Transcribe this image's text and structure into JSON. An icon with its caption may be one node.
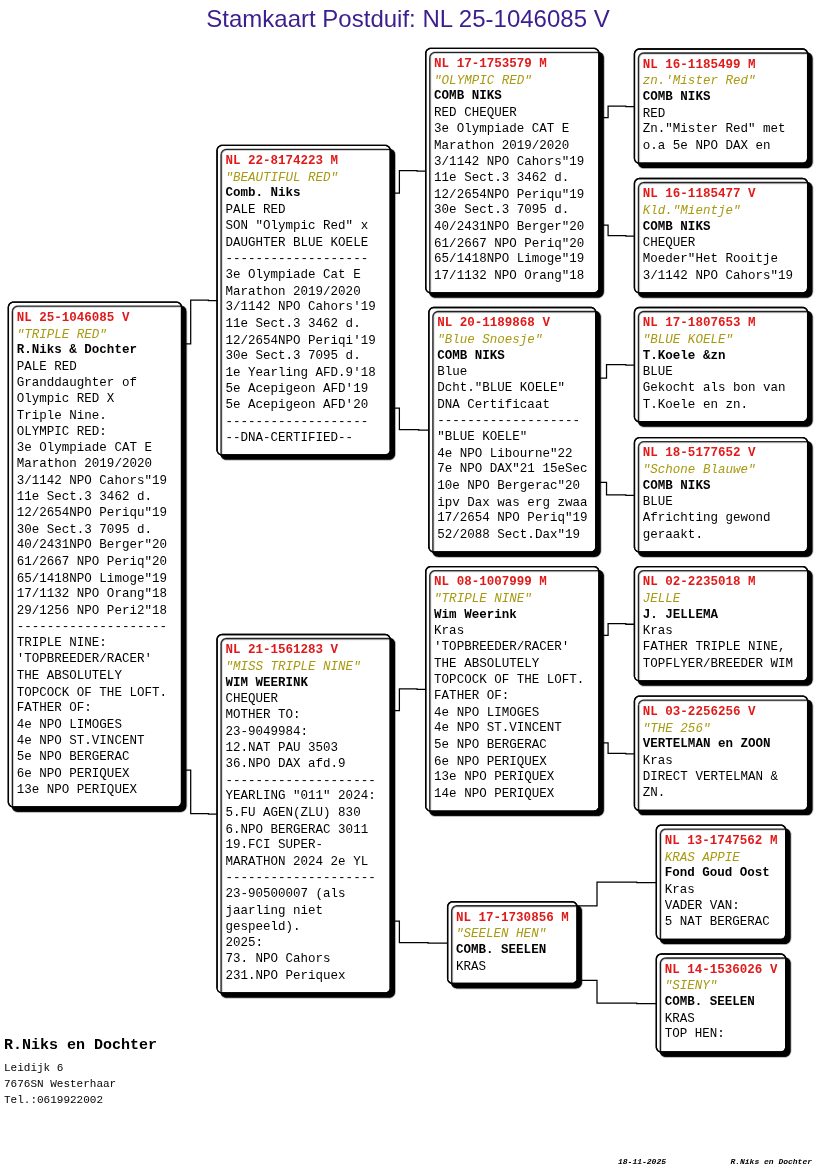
{
  "diagram": {
    "title": "Stamkaart Postduif: NL 25-1046085 V",
    "nodes": [
      {
        "text": [
          "NL 25-1046085 V",
          "\"TRIPLE RED\"",
          "R.Niks & Dochter",
          "PALE RED",
          "Granddaughter of Olympic RED X Triple Nine.",
          "OLYMPIC RED:",
          "3e Olympiade CAT E Marathon 2019/2020",
          "3/1142 NPO Cahors\"19",
          "11e Sect.3 3462 d.",
          "12/2654NPO Periqu\"19",
          "30e Sect.3 7095 d.",
          "40/2431NPO Berger\"20",
          "61/2667 NPO Periq\"20",
          "65/1418NPO Limoge\"19",
          "17/1132 NPO Orang\"18",
          "29/1256 NPO Peri2\"18",
          "--------------------",
          "TRIPLE NINE:",
          "'TOPBREEDER/RACER'",
          "THE ABSOLUTELY TOPCOCK OF THE LOFT.",
          "FATHER OF:",
          "4e NPO LIMOGES",
          "4e NPO ST.VINCENT",
          "5e NPO BERGERAC",
          "6e NPO PERIQUEX",
          "13e NPO PERIQUEX"
        ]
      },
      {
        "text": [
          "NL 22-8174223 M",
          "\"BEAUTIFUL RED\"",
          "Comb. Niks",
          "PALE RED",
          "SON \"Olympic Red\" x DAUGHTER BLUE KOELE",
          "-------------------",
          "3e Olympiade Cat E Marathon 2019/2020",
          "3/1142 NPO Cahors'19",
          "11e Sect.3 3462 d.",
          "12/2654NPO Periqi'19",
          "30e Sect.3 7095 d.",
          "1e Yearling AFD.9'18",
          "5e Acepigeon AFD'19",
          "5e Acepigeon AFD'20",
          "-------------------",
          "--DNA-CERTIFIED--"
        ]
      },
      {
        "text": [
          "NL 21-1561283 V",
          "\"MISS TRIPLE NINE\"",
          "WIM WEERINK",
          "CHEQUER",
          "MOTHER TO:",
          "23-9049984:",
          "12.NAT PAU 3503",
          "36.NPO DAX afd.9",
          "--------------------",
          "YEARLING \"011\" 2024:",
          "5.FU AGEN(ZLU) 830",
          "6.NPO BERGERAC 3011",
          "19.FCI SUPER-MARATHON 2024 2e YL",
          "--------------------",
          "23-90500007 (als jaarling niet gespeeld).",
          "2025:",
          "73. NPO Cahors",
          "231.NPO Periquex"
        ]
      },
      {
        "text": [
          "NL 17-1753579 M",
          "\"OLYMPIC RED\"",
          "COMB NIKS",
          "RED CHEQUER",
          "3e Olympiade CAT E Marathon 2019/2020",
          "3/1142 NPO Cahors\"19",
          "11e Sect.3 3462 d.",
          "12/2654NPO Periqu\"19",
          "30e Sect.3 7095 d.",
          "40/2431NPO Berger\"20",
          "61/2667 NPO Periq\"20",
          "65/1418NPO Limoge\"19",
          "17/1132 NPO Orang\"18"
        ]
      },
      {
        "text": [
          "NL 20-1189868 V",
          "\"Blue Snoesje\"",
          "COMB NIKS",
          "Blue",
          "Dcht.\"BLUE KOELE\"",
          "DNA Certificaat",
          "-------------------",
          "\"BLUE KOELE\"",
          "4e NPO Libourne\"22",
          "7e NPO DAX\"21 15eSec",
          "10e NPO Bergerac\"20",
          "ipv Dax was erg zwaa",
          "17/2654 NPO Periq\"19",
          "52/2088 Sect.Dax\"19"
        ]
      },
      {
        "text": [
          "NL 08-1007999 M",
          "\"TRIPLE NINE\"",
          "Wim Weerink",
          "Kras",
          "'TOPBREEDER/RACER'",
          "THE ABSOLUTELY TOPCOCK OF THE LOFT.",
          "FATHER OF:",
          "4e NPO LIMOGES",
          "4e NPO ST.VINCENT",
          "5e NPO BERGERAC",
          "6e NPO PERIQUEX",
          "13e NPO PERIQUEX",
          "14e NPO PERIQUEX"
        ]
      },
      {
        "text": [
          "NL 17-1730856 M",
          "\"SEELEN HEN\"",
          "COMB. SEELEN",
          "KRAS"
        ]
      },
      {
        "text": [
          "NL 16-1185499 M",
          "zn.'Mister Red\"",
          "COMB NIKS",
          "RED",
          "Zn.\"Mister Red\" met o.a 5e NPO DAX en"
        ]
      },
      {
        "text": [
          "NL 16-1185477 V",
          "Kld.\"Mientje\"",
          "COMB NIKS",
          "CHEQUER",
          "Moeder\"Het Rooitje 3/1142 NPO Cahors\"19"
        ]
      },
      {
        "text": [
          "NL 17-1807653 M",
          "\"BLUE KOELE\"",
          "T.Koele &zn",
          "BLUE",
          "Gekocht als bon van T.Koele en zn."
        ]
      },
      {
        "text": [
          "NL 18-5177652 V",
          "\"Schone Blauwe\"",
          "COMB NIKS",
          "BLUE",
          "Africhting gewond geraakt."
        ]
      },
      {
        "text": [
          "NL 02-2235018 M",
          "JELLE",
          "J. JELLEMA",
          "Kras",
          "FATHER TRIPLE NINE, TOPFLYER/BREEDER WIM"
        ]
      },
      {
        "text": [
          "NL 03-2256256 V",
          "\"THE 256\"",
          "VERTELMAN en ZOON",
          "Kras",
          "DIRECT VERTELMAN & ZN."
        ]
      },
      {
        "text": [
          "NL 13-1747562 M",
          "KRAS APPIE",
          "Fond Goud Oost",
          "Kras",
          "VADER VAN:",
          "5 NAT BERGERAC"
        ]
      },
      {
        "text": [
          "NL 14-1536026 V",
          "\"SIENY\"",
          "COMB. SEELEN",
          "KRAS",
          "TOP HEN:"
        ]
      }
    ],
    "edges": [
      {
        "from": 0,
        "to": 1,
        "arrow": "none"
      },
      {
        "from": 0,
        "to": 2,
        "arrow": "none"
      },
      {
        "from": 1,
        "to": 3,
        "arrow": "none"
      },
      {
        "from": 1,
        "to": 4,
        "arrow": "none"
      },
      {
        "from": 2,
        "to": 5,
        "arrow": "none"
      },
      {
        "from": 2,
        "to": 6,
        "arrow": "none"
      },
      {
        "from": 3,
        "to": 7,
        "arrow": "none"
      },
      {
        "from": 3,
        "to": 8,
        "arrow": "none"
      },
      {
        "from": 4,
        "to": 9,
        "arrow": "none"
      },
      {
        "from": 4,
        "to": 10,
        "arrow": "none"
      },
      {
        "from": 5,
        "to": 11,
        "arrow": "none"
      },
      {
        "from": 5,
        "to": 12,
        "arrow": "none"
      },
      {
        "from": 6,
        "to": 13,
        "arrow": "none"
      },
      {
        "from": 6,
        "to": 14,
        "arrow": "none"
      }
    ],
    "labels": [
      "R.Niks en Dochter",
      "Leidijk 6",
      "7676SN Westerhaar",
      "Tel.:0619922002",
      "18-11-2025",
      "R.Niks en Dochter"
    ]
  }
}
